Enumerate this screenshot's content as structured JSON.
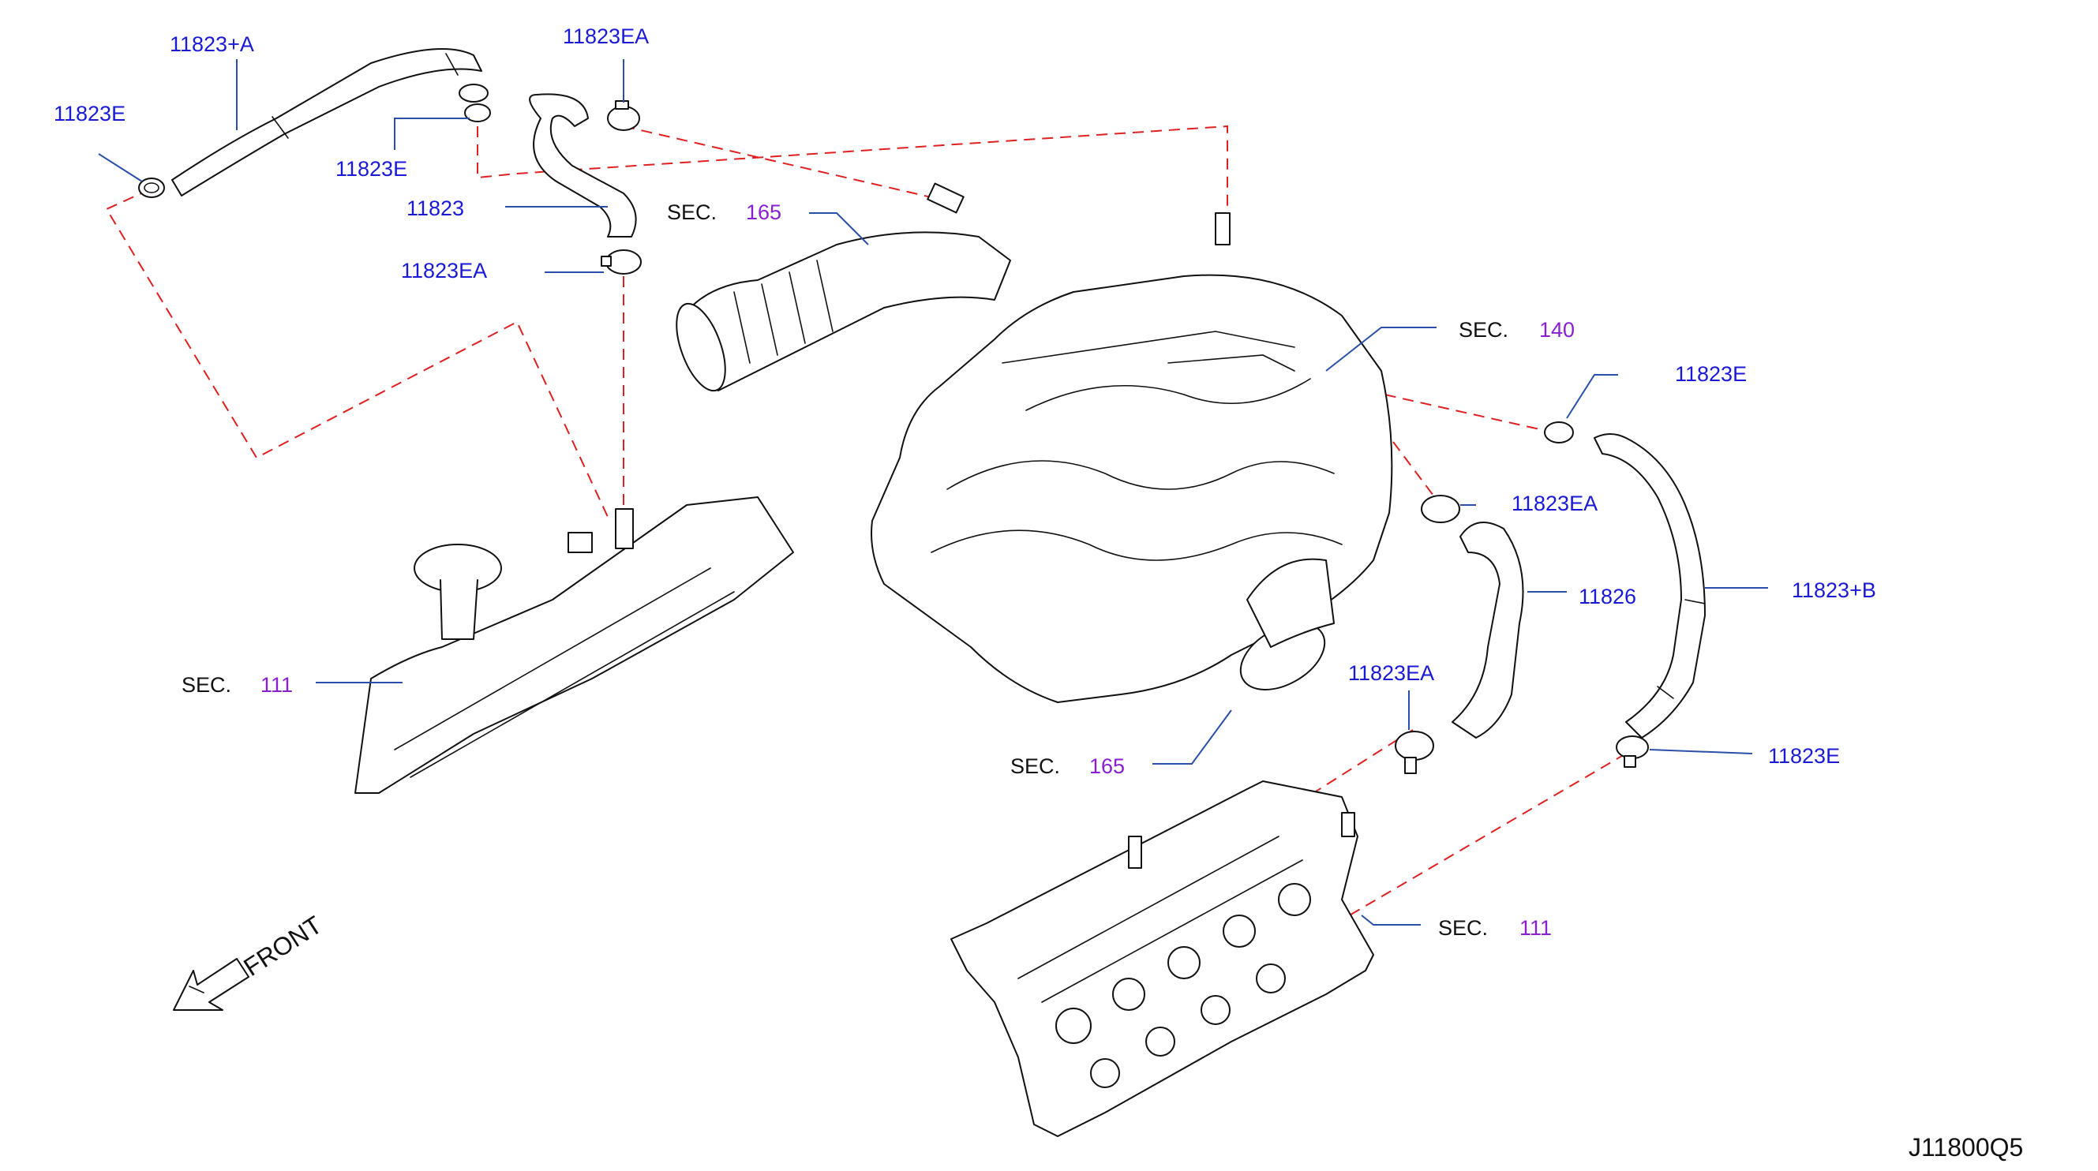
{
  "labels": {
    "hose_a": "11823+A",
    "clamp_e_left": "11823E",
    "clamp_ea_top": "11823EA",
    "clamp_e_mid": "11823E",
    "hose_11823": "11823",
    "clamp_ea_mid": "11823EA",
    "clamp_e_right_top": "11823E",
    "clamp_ea_right": "11823EA",
    "hose_11826": "11826",
    "hose_b": "11823+B",
    "clamp_ea_lower": "11823EA",
    "clamp_e_lower_right": "11823E"
  },
  "sections": {
    "sec_word": "SEC.",
    "intake_duct_top": "165",
    "manifold": "140",
    "cover_left": "111",
    "intake_duct_bottom": "165",
    "cover_right": "111"
  },
  "front_label": "FRONT",
  "diagram_id": "J11800Q5",
  "colors": {
    "part_number": "#1a1ad6",
    "section_number": "#8a1fd1",
    "dashed_connection": "#e02020",
    "leader_line": "#2a4fa8"
  }
}
